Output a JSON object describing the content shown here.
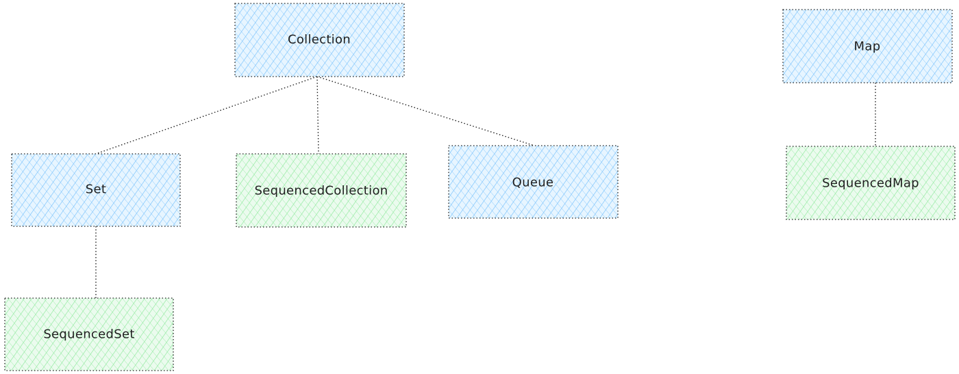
{
  "diagram": {
    "nodes": [
      {
        "id": "collection",
        "label": "Collection",
        "kind": "interface-existing"
      },
      {
        "id": "set",
        "label": "Set",
        "kind": "interface-existing"
      },
      {
        "id": "sequenced_collection",
        "label": "SequencedCollection",
        "kind": "interface-new"
      },
      {
        "id": "queue",
        "label": "Queue",
        "kind": "interface-existing"
      },
      {
        "id": "sequenced_set",
        "label": "SequencedSet",
        "kind": "interface-new"
      },
      {
        "id": "map",
        "label": "Map",
        "kind": "interface-existing"
      },
      {
        "id": "sequenced_map",
        "label": "SequencedMap",
        "kind": "interface-new"
      }
    ],
    "edges": [
      {
        "from": "collection",
        "to": "set"
      },
      {
        "from": "collection",
        "to": "sequenced_collection"
      },
      {
        "from": "collection",
        "to": "queue"
      },
      {
        "from": "set",
        "to": "sequenced_set"
      },
      {
        "from": "map",
        "to": "sequenced_map"
      }
    ],
    "colors": {
      "existing_fill": "#a5d8ff",
      "new_fill": "#b2f2bb",
      "stroke": "#1e1e1e"
    }
  }
}
